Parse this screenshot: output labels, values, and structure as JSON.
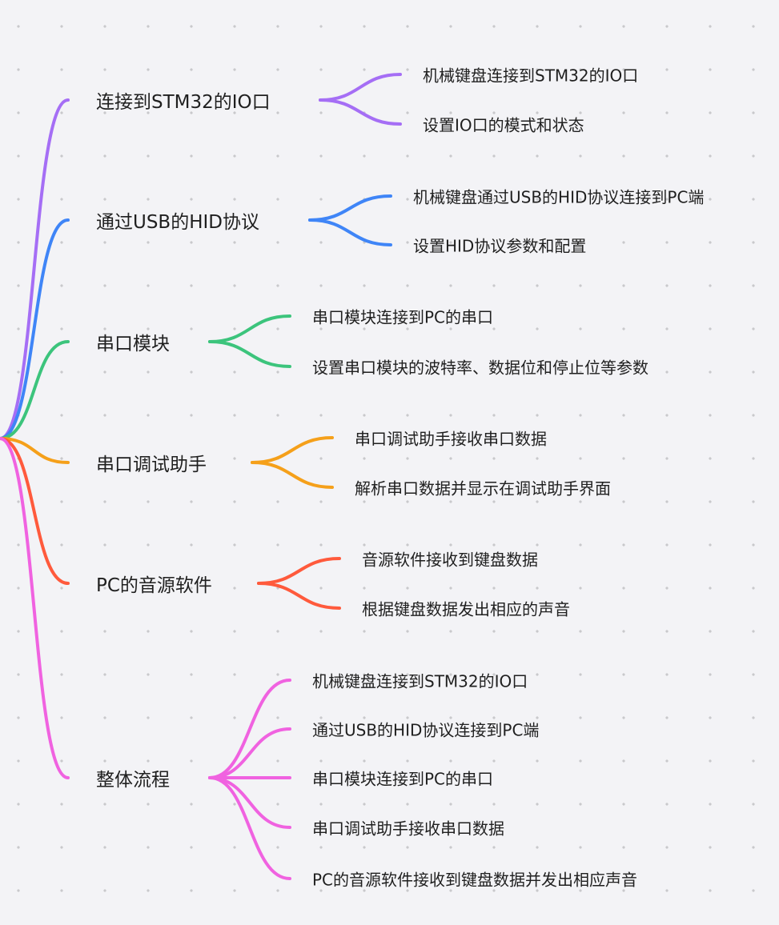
{
  "branches": [
    {
      "label": "连接到STM32的IO口",
      "color": "#a56ef5",
      "children": [
        "机械键盘连接到STM32的IO口",
        "设置IO口的模式和状态"
      ]
    },
    {
      "label": "通过USB的HID协议",
      "color": "#3f85f7",
      "children": [
        "机械键盘通过USB的HID协议连接到PC端",
        "设置HID协议参数和配置"
      ]
    },
    {
      "label": "串口模块",
      "color": "#3cc47c",
      "children": [
        "串口模块连接到PC的串口",
        "设置串口模块的波特率、数据位和停止位等参数"
      ]
    },
    {
      "label": "串口调试助手",
      "color": "#f5a01a",
      "children": [
        "串口调试助手接收串口数据",
        "解析串口数据并显示在调试助手界面"
      ]
    },
    {
      "label": "PC的音源软件",
      "color": "#ff5a3c",
      "children": [
        "音源软件接收到键盘数据",
        "根据键盘数据发出相应的声音"
      ]
    },
    {
      "label": "整体流程",
      "color": "#f062e0",
      "children": [
        "机械键盘连接到STM32的IO口",
        "通过USB的HID协议连接到PC端",
        "串口模块连接到PC的串口",
        "串口调试助手接收串口数据",
        "PC的音源软件接收到键盘数据并发出相应声音"
      ]
    }
  ]
}
